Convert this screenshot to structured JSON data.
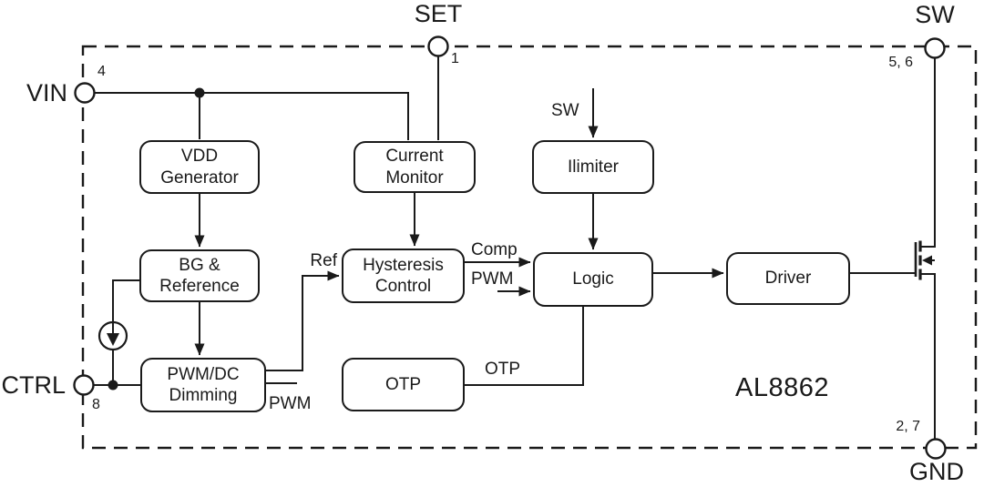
{
  "part_number": "AL8862",
  "pins": {
    "vin": {
      "name": "VIN",
      "number": "4"
    },
    "set": {
      "name": "SET",
      "number": "1"
    },
    "sw": {
      "name": "SW",
      "number": "5, 6"
    },
    "gnd": {
      "name": "GND",
      "number": "2, 7"
    },
    "ctrl": {
      "name": "CTRL",
      "number": "8"
    }
  },
  "blocks": {
    "vdd_generator": {
      "label": "VDD\nGenerator"
    },
    "current_monitor": {
      "label": "Current\nMonitor"
    },
    "ilimiter": {
      "label": "Ilimiter"
    },
    "bg_reference": {
      "label": "BG &\nReference"
    },
    "hysteresis_control": {
      "label": "Hysteresis\nControl"
    },
    "pwm_dc_dimming": {
      "label": "PWM/DC\nDimming"
    },
    "otp": {
      "label": "OTP"
    },
    "logic": {
      "label": "Logic"
    },
    "driver": {
      "label": "Driver"
    }
  },
  "signals": {
    "ref": "Ref",
    "comp": "Comp",
    "pwm_to_logic": "PWM",
    "pwm_from_dimming": "PWM",
    "otp_signal": "OTP",
    "sw_sense": "SW"
  },
  "colors": {
    "line": "#1a1a1a",
    "background": "#ffffff"
  }
}
